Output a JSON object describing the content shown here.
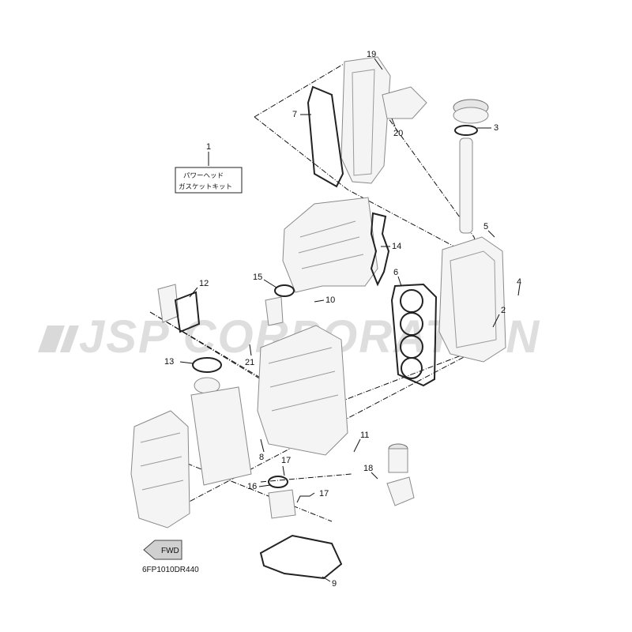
{
  "watermark": "JSP CORPORATION",
  "kit_label": {
    "number": "1",
    "line1": "パワーヘッド",
    "line2": "ガスケットキット"
  },
  "diagram_code": "6FP1010DR440",
  "fwd_label": "FWD",
  "callouts": [
    "2",
    "3",
    "4",
    "5",
    "6",
    "7",
    "8",
    "9",
    "10",
    "11",
    "12",
    "13",
    "14",
    "15",
    "16",
    "17",
    "17",
    "18",
    "19",
    "20",
    "21"
  ]
}
